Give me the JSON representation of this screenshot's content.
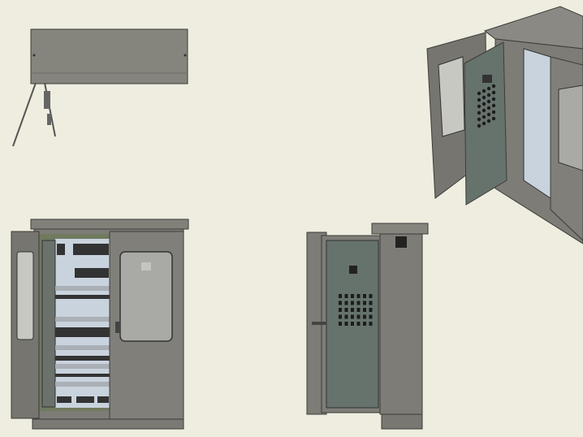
{
  "colors": {
    "background": "#eeeddf",
    "cabinet_body": "#7d7c76",
    "cabinet_edge": "#3c3c3a",
    "interior": "#c9d3de",
    "door_panel": "#66726c",
    "window": "#a9aaa6"
  },
  "views": [
    "top-view",
    "front-open-view",
    "side-view",
    "isometric-view"
  ]
}
